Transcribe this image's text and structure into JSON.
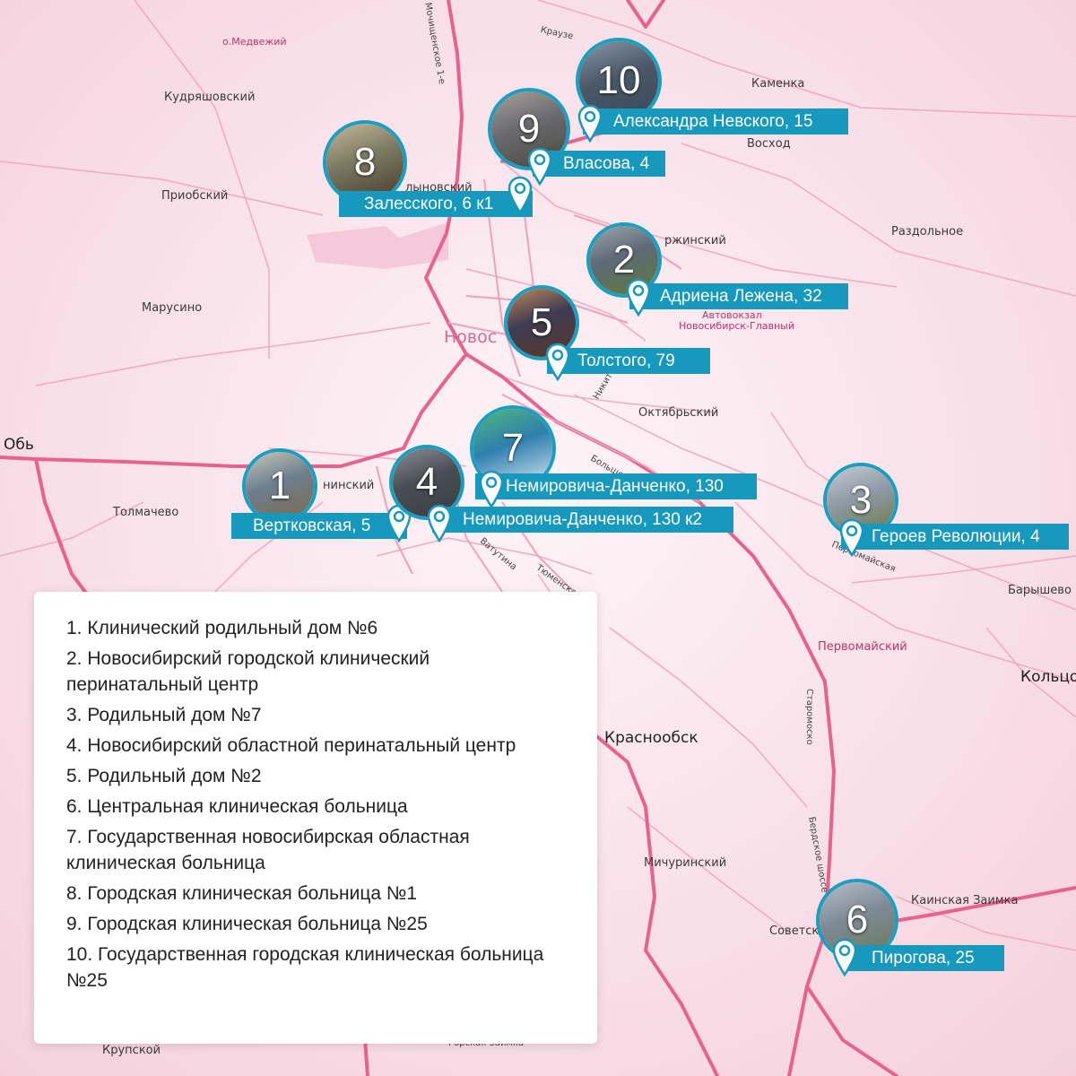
{
  "places": [
    {
      "key": "medvezhiy",
      "text": "о.Медвежий",
      "style": "pink"
    },
    {
      "key": "kudryashovsky",
      "text": "Кудряшовский",
      "style": ""
    },
    {
      "key": "priobsky",
      "text": "Приобский",
      "style": ""
    },
    {
      "key": "marusino",
      "text": "Марусино",
      "style": ""
    },
    {
      "key": "ob",
      "text": "Обь",
      "style": "big"
    },
    {
      "key": "tolmachevo",
      "text": "Толмачево",
      "style": ""
    },
    {
      "key": "kamenka",
      "text": "Каменка",
      "style": ""
    },
    {
      "key": "voskhod",
      "text": "Восход",
      "style": ""
    },
    {
      "key": "razdolnoe",
      "text": "Раздольное",
      "style": ""
    },
    {
      "key": "oktyabrsky",
      "text": "Октябрьский",
      "style": ""
    },
    {
      "key": "baryshevo",
      "text": "Барышево",
      "style": ""
    },
    {
      "key": "pervomaysky",
      "text": "Первомайский",
      "style": "pink"
    },
    {
      "key": "koltsovo",
      "text": "Кольцо",
      "style": "big"
    },
    {
      "key": "krasnoobsk",
      "text": "Краснообск",
      "style": "big"
    },
    {
      "key": "michurinsky",
      "text": "Мичуринский",
      "style": ""
    },
    {
      "key": "kainskaya",
      "text": "Каинская Заимка",
      "style": ""
    },
    {
      "key": "sovetsky",
      "text": "Советск",
      "style": ""
    },
    {
      "key": "krupskoy",
      "text": "Крупской",
      "style": ""
    },
    {
      "key": "novosib",
      "text": "Новос",
      "style": "faded"
    },
    {
      "key": "avtovokzal",
      "text": "Автовокзал",
      "style": "pink"
    },
    {
      "key": "avtovokzal2",
      "text": "Новосибирск-Главный",
      "style": "pink"
    },
    {
      "key": "kalininsky",
      "text": "лыновский",
      "style": ""
    },
    {
      "key": "dzerzh",
      "text": "ржинский",
      "style": ""
    },
    {
      "key": "leninsky",
      "text": "нинский",
      "style": ""
    }
  ],
  "streets": [
    {
      "key": "krause",
      "text": "Краузе"
    },
    {
      "key": "mochishchenskoe",
      "text": "Мочищенское 1-е"
    },
    {
      "key": "nikitina",
      "text": "Никит"
    },
    {
      "key": "bolsh",
      "text": "Больше"
    },
    {
      "key": "vatutina",
      "text": "Ватутина"
    },
    {
      "key": "tyumenskaya",
      "text": "Тюменская"
    },
    {
      "key": "pervomayskaya",
      "text": "Первомайская"
    },
    {
      "key": "starommoskovskoe",
      "text": "Старомоско"
    },
    {
      "key": "berdskoe",
      "text": "Бердское шоссе"
    },
    {
      "key": "gorskoy",
      "text": "Горская Заимка"
    }
  ],
  "markers": [
    {
      "num": "1",
      "address": "Вертковская, 5",
      "colors": [
        "#6d7f8f",
        "#c8c8b8",
        "#7d6a4a"
      ]
    },
    {
      "num": "2",
      "address": "Адриена Лежена, 32",
      "colors": [
        "#5d6a76",
        "#9aa6ae",
        "#5d7a3a"
      ]
    },
    {
      "num": "3",
      "address": "Героев Революции, 4",
      "colors": [
        "#8f9aa6",
        "#c4ccd2",
        "#6b7a4a"
      ]
    },
    {
      "num": "4",
      "address": "Немировича-Данченко, 130 к2",
      "colors": [
        "#4a4e55",
        "#8a8f96",
        "#3a3e44"
      ]
    },
    {
      "num": "5",
      "address": "Толстого, 79",
      "colors": [
        "#3e3b52",
        "#c08a5a",
        "#5a3a2a"
      ]
    },
    {
      "num": "6",
      "address": "Пирогова, 25",
      "colors": [
        "#7e8a96",
        "#b8c0c8",
        "#6a7a5a"
      ]
    },
    {
      "num": "7",
      "address": "Немировича-Данченко, 130",
      "colors": [
        "#2f7fae",
        "#4fb87a",
        "#d8e8f0"
      ]
    },
    {
      "num": "8",
      "address": "Залесского, 6 к1",
      "colors": [
        "#7a7a62",
        "#c8b89a",
        "#4a3a2a"
      ]
    },
    {
      "num": "9",
      "address": "Власова, 4",
      "colors": [
        "#6a6a72",
        "#a8a29a",
        "#4a4a3a"
      ]
    },
    {
      "num": "10",
      "address": "Александра Невского, 15",
      "colors": [
        "#4a5868",
        "#8a98a6",
        "#3a4a5a"
      ]
    }
  ],
  "legend": [
    "1. Клинический родильный дом №6",
    "2. Новосибирский городской клинический перинатальный центр",
    "3. Родильный дом №7",
    "4. Новосибирский областной перинатальный центр",
    "5. Родильный дом №2",
    "6. Центральная клиническая больница",
    "7. Государственная новосибирская областная клиническая больница",
    "8. Городская клиническая больница №1",
    "9. Городская клиническая больница №25",
    "10. Государственная городская клиническая больница №25"
  ],
  "colors": {
    "road": "#e8628f",
    "road_light": "#f2b3c8",
    "accent": "#1798bd",
    "background": "#fbeef2"
  }
}
